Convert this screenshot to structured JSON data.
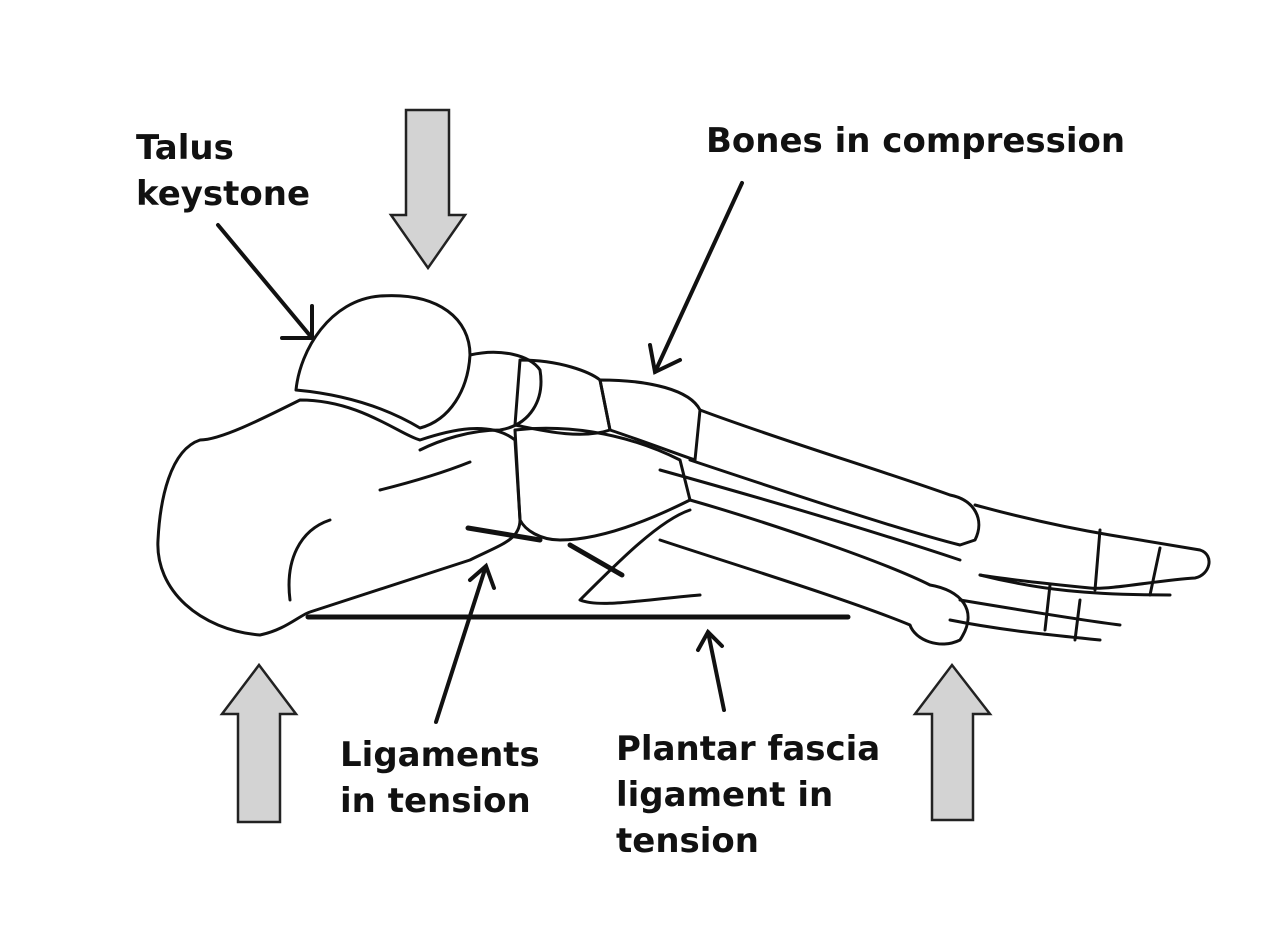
{
  "labels": {
    "talus": "Talus\nkeystone",
    "bones": "Bones in compression",
    "ligaments": "Ligaments\nin tension",
    "plantar": "Plantar fascia\nligament in\ntension"
  },
  "colors": {
    "arrow_fill": "#d3d3d3",
    "stroke": "#111111"
  }
}
